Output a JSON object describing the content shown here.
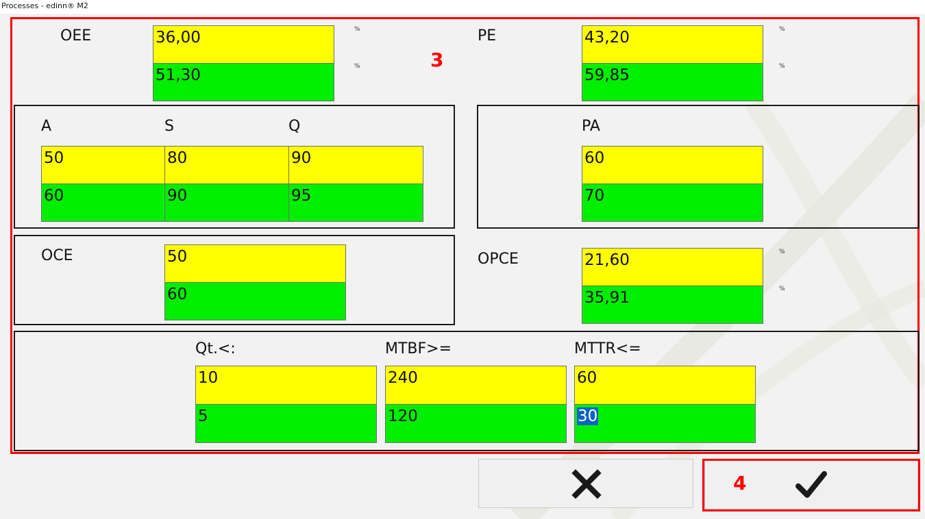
{
  "window": {
    "title": "Processes - edinn® M2"
  },
  "annotations": {
    "main_area": "3",
    "confirm_area": "4"
  },
  "units": {
    "percent": "%"
  },
  "oee": {
    "label": "OEE",
    "target": "36,00",
    "good": "51,30"
  },
  "pe": {
    "label": "PE",
    "target": "43,20",
    "good": "59,85"
  },
  "asq": {
    "a": {
      "label": "A",
      "target": "50",
      "good": "60"
    },
    "s": {
      "label": "S",
      "target": "80",
      "good": "90"
    },
    "q": {
      "label": "Q",
      "target": "90",
      "good": "95"
    }
  },
  "pa": {
    "label": "PA",
    "target": "60",
    "good": "70"
  },
  "oce": {
    "label": "OCE",
    "target": "50",
    "good": "60"
  },
  "opce": {
    "label": "OPCE",
    "target": "21,60",
    "good": "35,91"
  },
  "maintenance": {
    "qt": {
      "label": "Qt.<:",
      "target": "10",
      "good": "5"
    },
    "mtbf": {
      "label": "MTBF>=",
      "target": "240",
      "good": "120"
    },
    "mttr": {
      "label": "MTTR<=",
      "target": "60",
      "good": "30"
    }
  },
  "colors": {
    "target_bg": "#ffff00",
    "good_bg": "#00ee00",
    "annotation": "#ff0000"
  },
  "buttons": {
    "cancel_icon": "close-icon",
    "confirm_icon": "checkmark-icon"
  }
}
